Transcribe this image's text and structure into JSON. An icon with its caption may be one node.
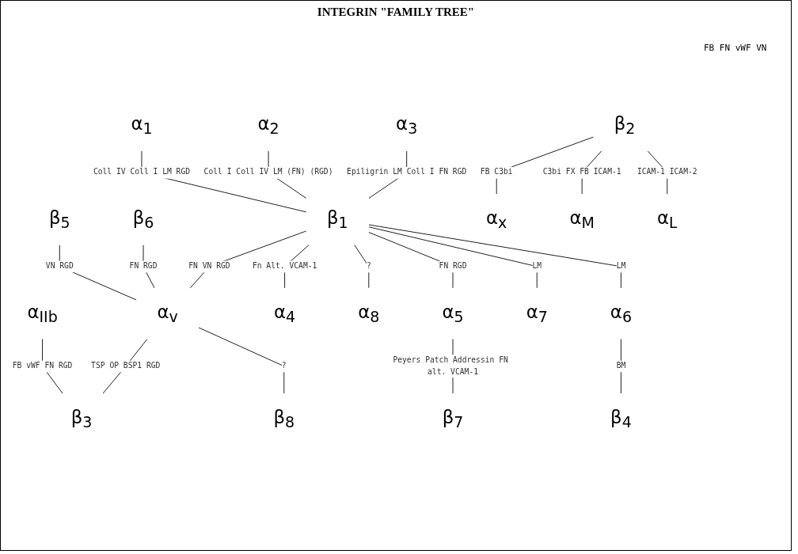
{
  "diagram": {
    "title": "INTEGRIN \"FAMILY TREE\"",
    "nodes": [
      {
        "text": [
          "α$_{1}$"
        ]
      },
      {
        "text": [
          "β$_{5}$"
        ]
      },
      {
        "text": [
          "β$_{6}$"
        ]
      },
      {
        "text": [
          "α$_{2}$"
        ]
      },
      {
        "text": [
          "α$_{IIb}$"
        ]
      },
      {
        "text": [
          "α$_{3}$"
        ]
      },
      {
        "text": [
          "β$_{1}$"
        ]
      },
      {
        "text": [
          "α$_{v}$"
        ]
      },
      {
        "text": [
          "β$_{3}$"
        ]
      },
      {
        "text": [
          "α$_{4}$"
        ]
      },
      {
        "text": [
          "α$_{8}$"
        ]
      },
      {
        "text": [
          "β$_{8}$"
        ]
      },
      {
        "text": [
          "α$_{5}$"
        ]
      },
      {
        "text": [
          "α$_{7}$"
        ]
      },
      {
        "text": [
          "β$_{2}$"
        ]
      },
      {
        "text": [
          "α$_{6}$"
        ]
      },
      {
        "text": [
          "β$_{7}$"
        ]
      },
      {
        "text": [
          "α$_{x}$"
        ]
      },
      {
        "text": [
          "α$_{M}$"
        ]
      },
      {
        "text": [
          "α$_{L}$"
        ]
      },
      {
        "text": [
          "β$_{4}$"
        ]
      }
    ],
    "edges": [
      {
        "from": 0,
        "to": 6,
        "arrow": "none",
        "label": "Coll IV Coll I LM RGD"
      },
      {
        "from": 3,
        "to": 6,
        "arrow": "none",
        "label": "Coll I Coll IV LM (FN) (RGD)"
      },
      {
        "from": 5,
        "to": 6,
        "arrow": "none",
        "label": "Epiligrin LM Coll I FN RGD"
      },
      {
        "from": 6,
        "to": 7,
        "arrow": "none",
        "label": "FN VN RGD"
      },
      {
        "from": 1,
        "to": 7,
        "arrow": "none",
        "label": "VN RGD"
      },
      {
        "from": 2,
        "to": 7,
        "arrow": "none",
        "label": "FN RGD"
      },
      {
        "from": 7,
        "to": 8,
        "arrow": "none",
        "label": "TSP OP BSP1 RGD"
      },
      {
        "from": 4,
        "to": 8,
        "arrow": "none",
        "label": "FB vWF FN RGD"
      },
      {
        "from": 6,
        "to": 9,
        "arrow": "none",
        "label": "Fn Alt. VCAM-1"
      },
      {
        "from": 6,
        "to": 10,
        "arrow": "none",
        "label": "?"
      },
      {
        "from": 7,
        "to": 11,
        "arrow": "none",
        "label": "?"
      },
      {
        "from": 6,
        "to": 12,
        "arrow": "none",
        "label": "FN RGD"
      },
      {
        "from": 6,
        "to": 13,
        "arrow": "none",
        "label": "LM"
      },
      {
        "from": 6,
        "to": 15,
        "arrow": "none",
        "label": "LM"
      },
      {
        "from": 12,
        "to": 16,
        "arrow": "none",
        "label": "Peyers Patch Addressin FN alt. VCAM-1"
      },
      {
        "from": 14,
        "to": 17,
        "arrow": "none",
        "label": "FB C3bi"
      },
      {
        "from": 14,
        "to": 18,
        "arrow": "none",
        "label": "C3bi FX FB ICAM-1"
      },
      {
        "from": 14,
        "to": 19,
        "arrow": "none",
        "label": "ICAM-1 ICAM-2"
      },
      {
        "from": 15,
        "to": 20,
        "arrow": "none",
        "label": "BM"
      }
    ],
    "labels": [
      "FB FN vWF VN"
    ]
  }
}
